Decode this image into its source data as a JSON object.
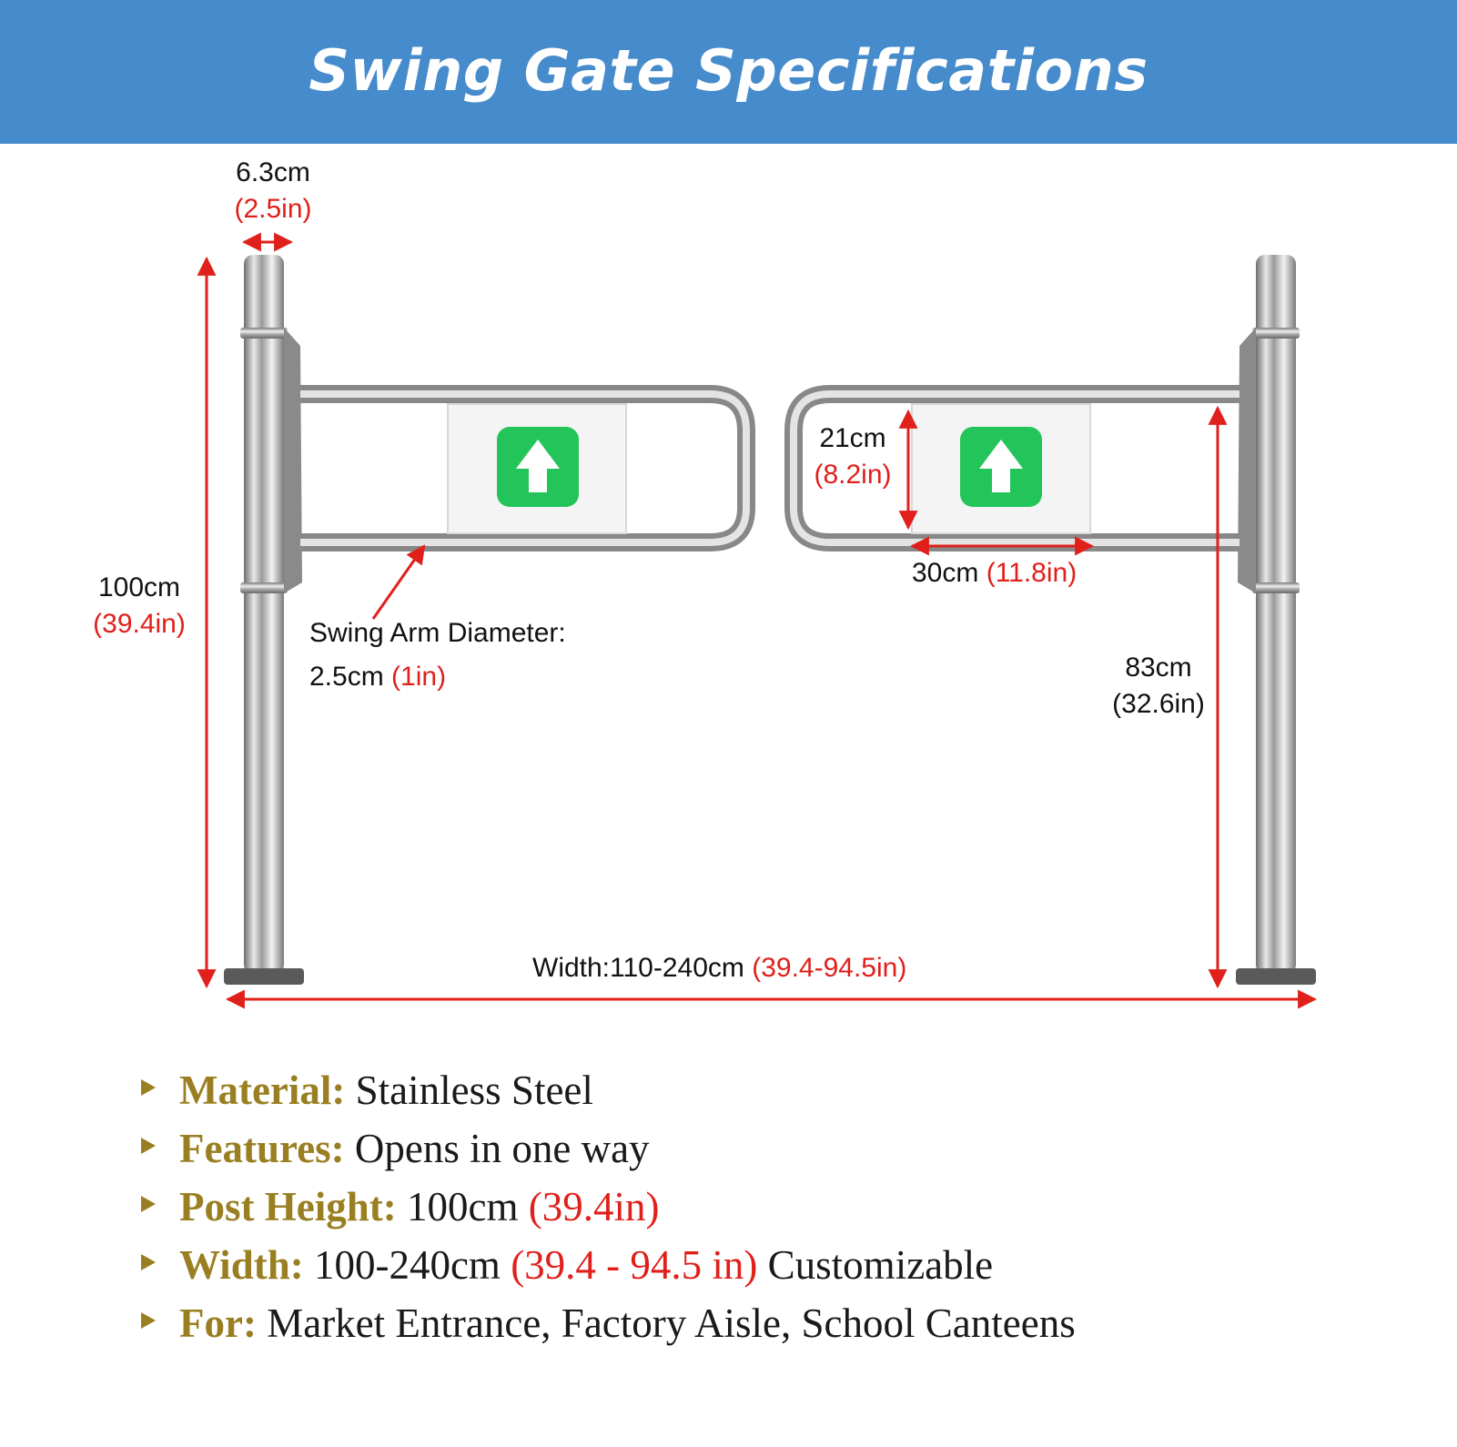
{
  "title": "Swing Gate Specifications",
  "colors": {
    "banner": "#468bcb",
    "dimension_red": "#e0201b",
    "spec_key_gold": "#9a7f22",
    "sign_green": "#23c45a"
  },
  "icons": {
    "sign": "up-arrow-icon",
    "bullet": "triangle-bullet-icon"
  },
  "dimensions": {
    "post_diameter": {
      "metric": "6.3cm",
      "imperial": "(2.5in)"
    },
    "post_height": {
      "metric": "100cm",
      "imperial": "(39.4in)"
    },
    "arm_height": {
      "metric": "21cm",
      "imperial": "(8.2in)"
    },
    "arm_length": {
      "metric": "30cm",
      "imperial": "(11.8in)"
    },
    "swing_arm_diameter": {
      "label": "Swing Arm Diameter:",
      "metric": "2.5cm",
      "imperial": "(1in)"
    },
    "arm_mount_height": {
      "metric": "83cm",
      "imperial": "(32.6in)"
    },
    "width": {
      "metric": "Width:110-240cm",
      "imperial": "(39.4-94.5in)"
    }
  },
  "specs": [
    {
      "key": "Material:",
      "value": "Stainless Steel",
      "imperial": "",
      "suffix": ""
    },
    {
      "key": "Features:",
      "value": "Opens in one way",
      "imperial": "",
      "suffix": ""
    },
    {
      "key": "Post Height:",
      "value": "100cm",
      "imperial": "(39.4in)",
      "suffix": ""
    },
    {
      "key": "Width:",
      "value": "100-240cm",
      "imperial": "(39.4 - 94.5 in)",
      "suffix": "Customizable"
    },
    {
      "key": "For:",
      "value": "Market Entrance, Factory Aisle, School Canteens",
      "imperial": "",
      "suffix": ""
    }
  ]
}
